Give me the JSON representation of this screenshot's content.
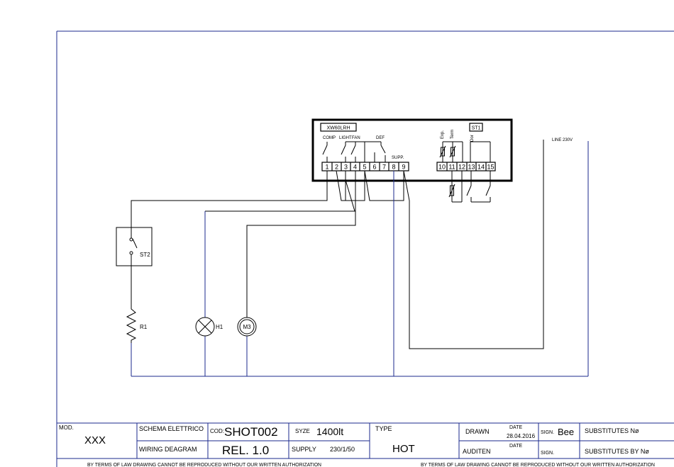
{
  "controller": {
    "model": "XW60LRH",
    "probe_label": "ST1",
    "relay_labels": {
      "comp": "COMP",
      "light": "LIGHT",
      "fan": "FAN",
      "def": "DEF",
      "supp": "SUPP."
    },
    "probe_inputs": {
      "evap": "Evp.",
      "term": "Term",
      "door": "Dor"
    },
    "terminals": [
      "1",
      "2",
      "3",
      "4",
      "5",
      "6",
      "7",
      "8",
      "9",
      "10",
      "11",
      "12",
      "13",
      "14",
      "15"
    ]
  },
  "line_label": "LINE 230V",
  "components": {
    "thermostat": "ST2",
    "heater": "R1",
    "lamp": "H1",
    "motor": "M3"
  },
  "title_block": {
    "mod_label": "MOD.",
    "mod_value": "XXX",
    "schema_label": "SCHEMA ELETTRICO",
    "wiring_label": "WIRING DEAGRAM",
    "cod_label": "COD:",
    "cod_value": "SHOT002",
    "rel_value": "REL.  1.0",
    "syze_label": "SYZE",
    "syze_value": "1400lt",
    "supply_label": "SUPPLY",
    "supply_value": "230/1/50",
    "type_label": "TYPE",
    "type_value": "HOT",
    "drawn_label": "DRAWN",
    "auditen_label": "AUDITEN",
    "date_label_1": "DATE",
    "date_value": "28.04.2016",
    "date_label_2": "DATE",
    "sign_label_1": "SIGN.",
    "sign_value": "Bee",
    "sign_label_2": "SIGN.",
    "substitutes": "SUBSTITUTES Nø",
    "substitutes_by": "SUBSTITUTES BY Nø"
  },
  "footer_left": "BY TERMS OF LAW DRAWING CANNOT BE REPRODUCED WITHOUT OUR WRITTEN AUTHORIZATION",
  "footer_right": "BY TERMS OF LAW DRAWING CANNOT BE REPRODUCED WITHOUT OUR WRITTEN AUTHORIZATION"
}
